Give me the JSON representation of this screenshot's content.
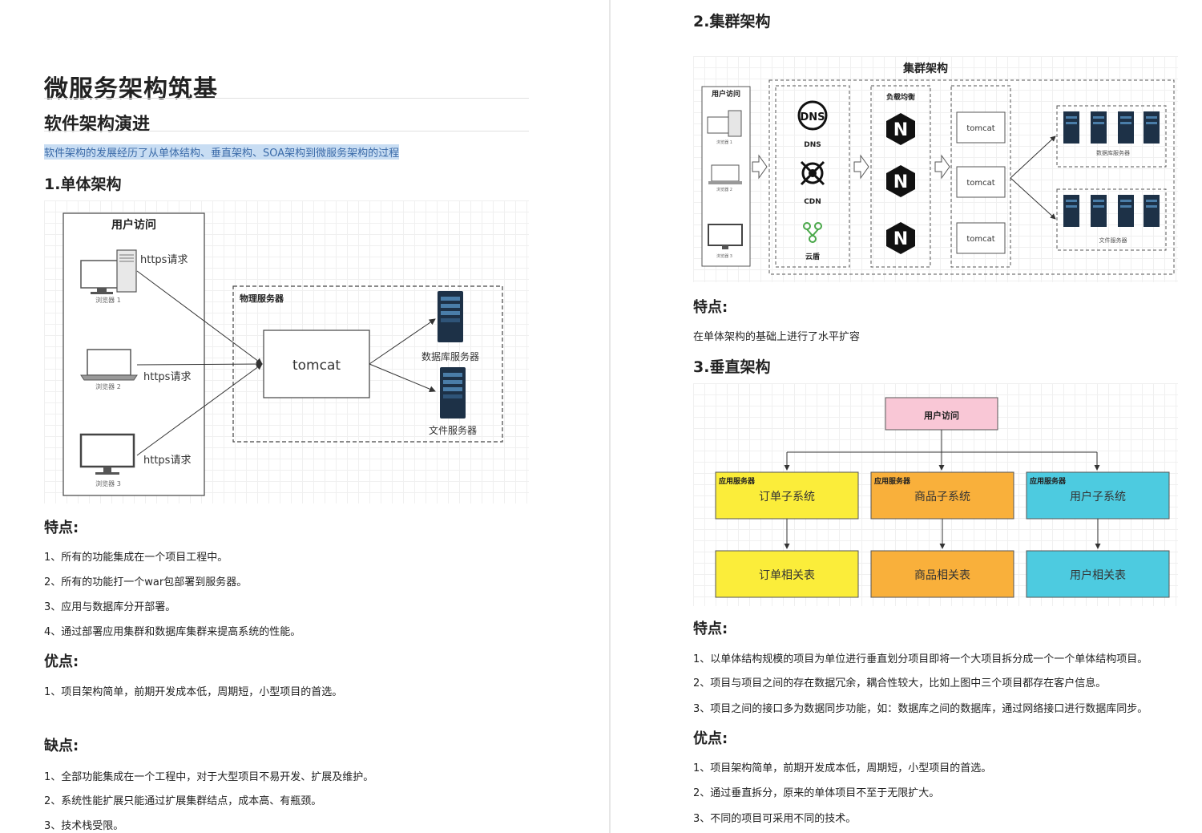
{
  "left": {
    "title": "微服务架构筑基",
    "subtitle": "软件架构演进",
    "intro": "软件架构的发展经历了从单体结构、垂直架构、SOA架构到微服务架构的过程",
    "section1": {
      "heading": "1.单体架构",
      "diagram": {
        "user_box_title": "用户访问",
        "https": "https请求",
        "browser1": "浏览器 1",
        "browser2": "浏览器 2",
        "browser3": "浏览器 3",
        "phys_title": "物理服务器",
        "tomcat": "tomcat",
        "db_label": "数据库服务器",
        "file_label": "文件服务器"
      },
      "features_heading": "特点:",
      "features": [
        "1、所有的功能集成在一个项目工程中。",
        "2、所有的功能打一个war包部署到服务器。",
        "3、应用与数据库分开部署。",
        "4、通过部署应用集群和数据库集群来提高系统的性能。"
      ],
      "pros_heading": "优点:",
      "pros": [
        "1、项目架构简单，前期开发成本低，周期短，小型项目的首选。"
      ],
      "cons_heading": "缺点:",
      "cons": [
        "1、全部功能集成在一个工程中，对于大型项目不易开发、扩展及维护。",
        "2、系统性能扩展只能通过扩展集群结点，成本高、有瓶颈。",
        "3、技术栈受限。"
      ]
    }
  },
  "right": {
    "section2": {
      "heading": "2.集群架构",
      "diagram": {
        "title": "集群架构",
        "user_title": "用户访问",
        "b1": "浏览器 1",
        "b2": "浏览器 2",
        "b3": "浏览器 3",
        "dns": "DNS",
        "cdn": "CDN",
        "shield": "云盾",
        "lb_title": "负载均衡",
        "tomcat": "tomcat",
        "db": "数据库服务器",
        "file": "文件服务器"
      },
      "features_heading": "特点:",
      "features_text": "在单体架构的基础上进行了水平扩容"
    },
    "section3": {
      "heading": "3.垂直架构",
      "diagram": {
        "top": "用户访问",
        "app_tag": "应用服务器",
        "systems": [
          "订单子系统",
          "商品子系统",
          "用户子系统"
        ],
        "tables": [
          "订单相关表",
          "商品相关表",
          "用户相关表"
        ]
      },
      "features_heading": "特点:",
      "features": [
        "1、以单体结构规模的项目为单位进行垂直划分项目即将一个大项目拆分成一个一个单体结构项目。",
        "2、项目与项目之间的存在数据冗余，耦合性较大，比如上图中三个项目都存在客户信息。",
        "3、项目之间的接口多为数据同步功能，如：数据库之间的数据库，通过网络接口进行数据库同步。"
      ],
      "pros_heading": "优点:",
      "pros": [
        "1、项目架构简单，前期开发成本低，周期短，小型项目的首选。",
        "2、通过垂直拆分，原来的单体项目不至于无限扩大。",
        "3、不同的项目可采用不同的技术。"
      ]
    }
  },
  "colors": {
    "yellow": "#fbed3a",
    "orange": "#f9b03b",
    "cyan": "#4dcbe0",
    "pink": "#f9c7d6",
    "server": "#1d3147"
  }
}
